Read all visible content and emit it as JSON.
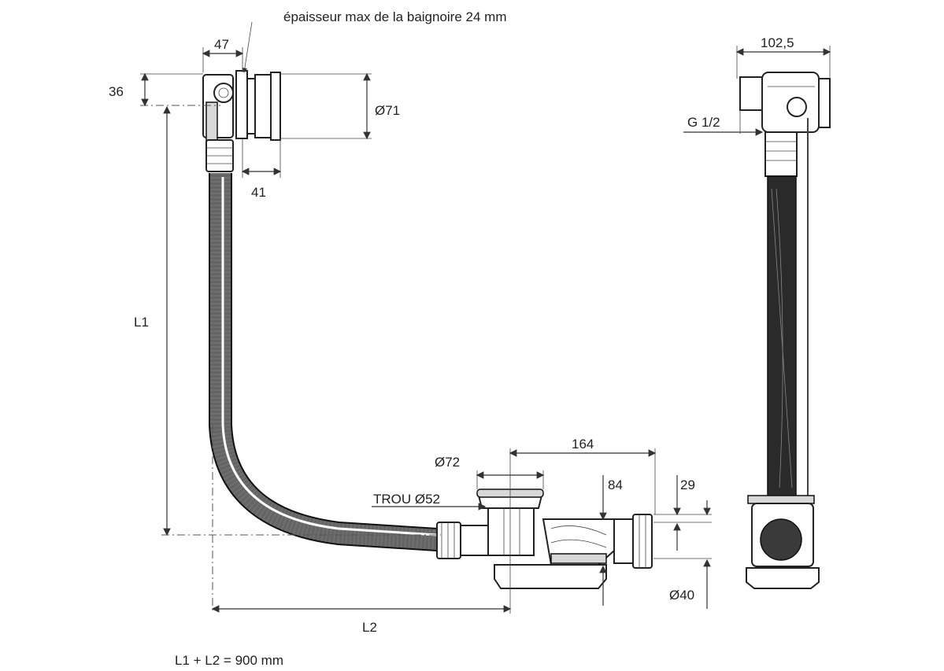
{
  "labels": {
    "thickness_note": "épaisseur max de la baignoire 24 mm",
    "dim_47": "47",
    "dim_36": "36",
    "dim_o71": "Ø71",
    "dim_41": "41",
    "dim_l1": "L1",
    "dim_1025": "102,5",
    "dim_g12": "G 1/2",
    "dim_164": "164",
    "dim_o72": "Ø72",
    "dim_84": "84",
    "dim_29": "29",
    "dim_trou": "TROU Ø52",
    "dim_o40": "Ø40",
    "dim_l2": "L2",
    "formula": "L1 + L2 = 900 mm"
  }
}
